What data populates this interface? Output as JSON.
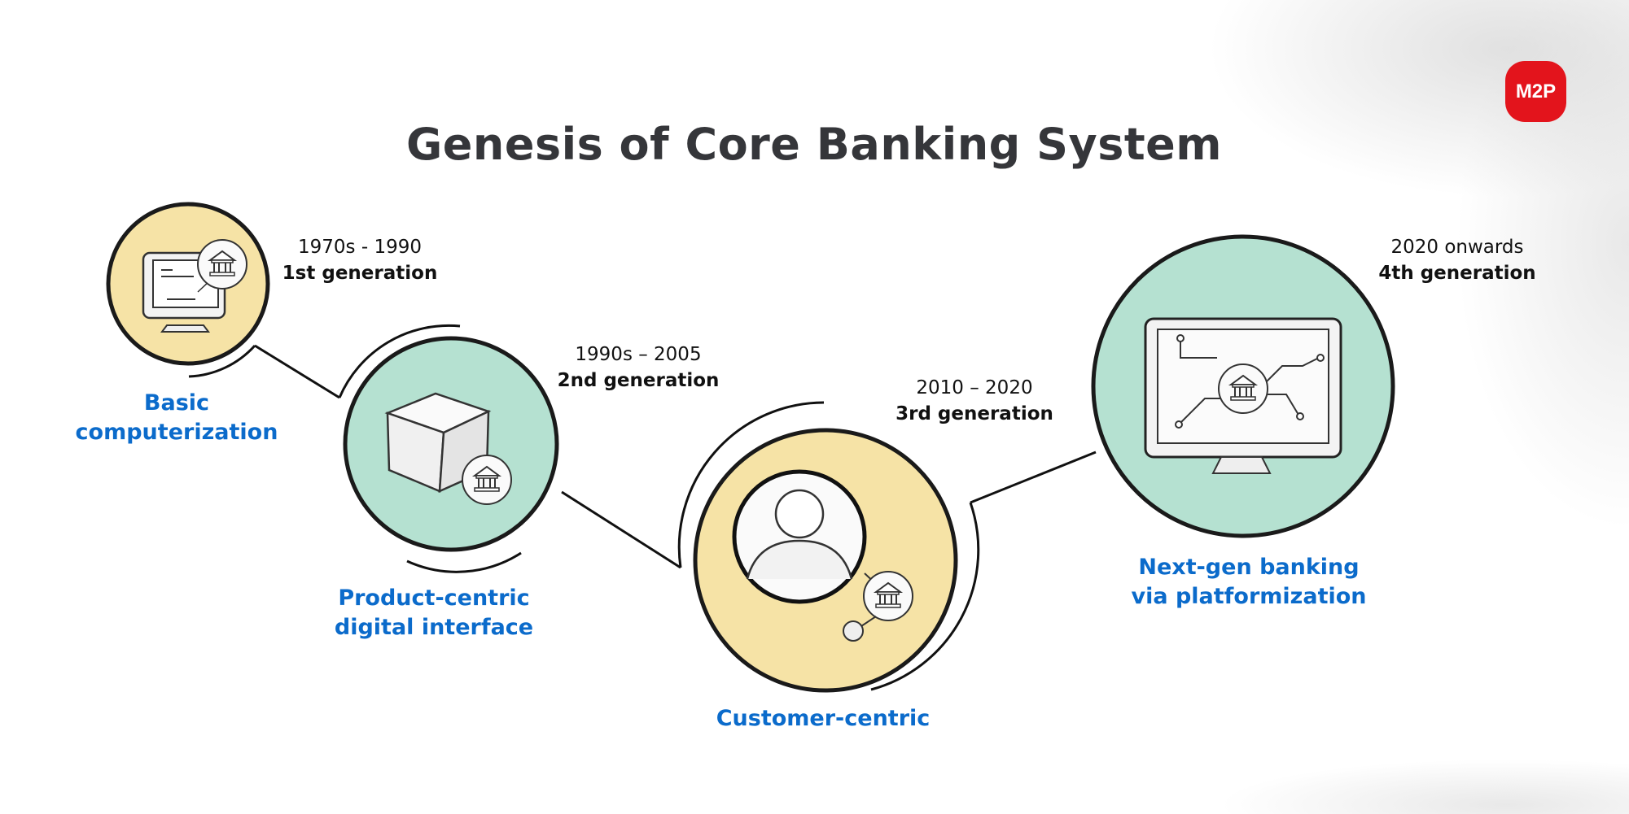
{
  "title": "Genesis of Core Banking System",
  "logo": {
    "text": "M2P",
    "color": "#e3141c"
  },
  "colors": {
    "label_blue": "#0b6bcb",
    "yellow_fill": "#f6e3a6",
    "teal_fill": "#b5e1d1"
  },
  "stages": [
    {
      "period": "1970s - 1990",
      "generation": "1st generation",
      "label_lines": [
        "Basic",
        "computerization"
      ],
      "icon": "monitor-bank-icon"
    },
    {
      "period": "1990s – 2005",
      "generation": "2nd generation",
      "label_lines": [
        "Product-centric",
        "digital interface"
      ],
      "icon": "cube-bank-icon"
    },
    {
      "period": "2010 – 2020",
      "generation": "3rd generation",
      "label_lines": [
        "Customer-centric"
      ],
      "icon": "customer-bank-icon"
    },
    {
      "period": "2020 onwards",
      "generation": "4th generation",
      "label_lines": [
        "Next-gen banking",
        "via platformization"
      ],
      "icon": "platform-monitor-icon"
    }
  ]
}
